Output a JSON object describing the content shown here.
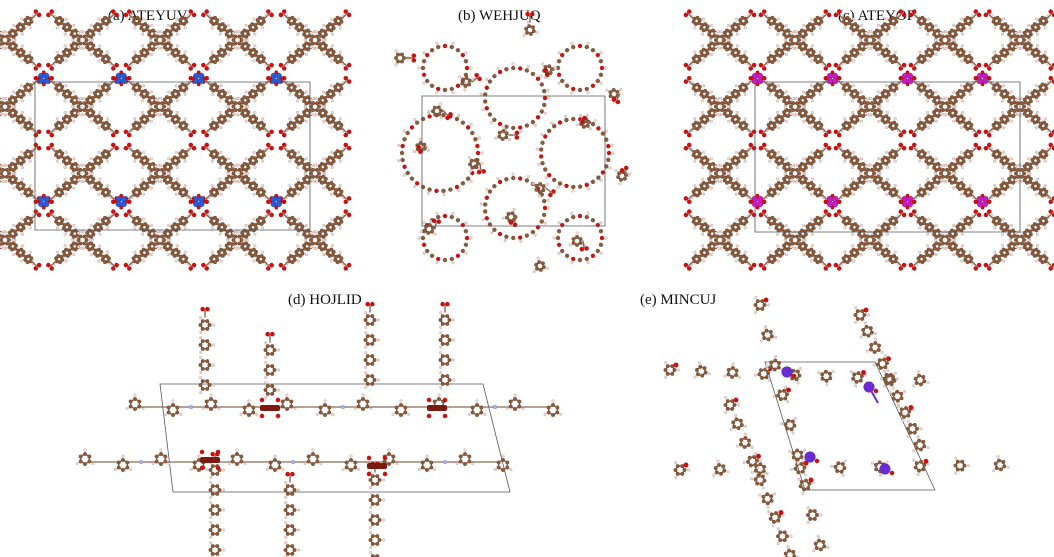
{
  "panels": [
    {
      "id": "a",
      "label": "(a) ATEYUV",
      "metal_color": "#2a5bd7"
    },
    {
      "id": "b",
      "label": "(b) WEHJUQ",
      "metal_color": ""
    },
    {
      "id": "c",
      "label": "(c) ATEYOP",
      "metal_color": "#c21fc2"
    },
    {
      "id": "d",
      "label": "(d) HOJLID",
      "metal_color": ""
    },
    {
      "id": "e",
      "label": "(e) MINCUJ",
      "metal_color": "#6a2bd0"
    }
  ],
  "atom_colors": {
    "carbon": "#8a5a3c",
    "oxygen": "#d01010",
    "hydrogen": "#f0d6d0",
    "nitrogen": "#a8b4e8",
    "bond": "#8a6a55"
  }
}
